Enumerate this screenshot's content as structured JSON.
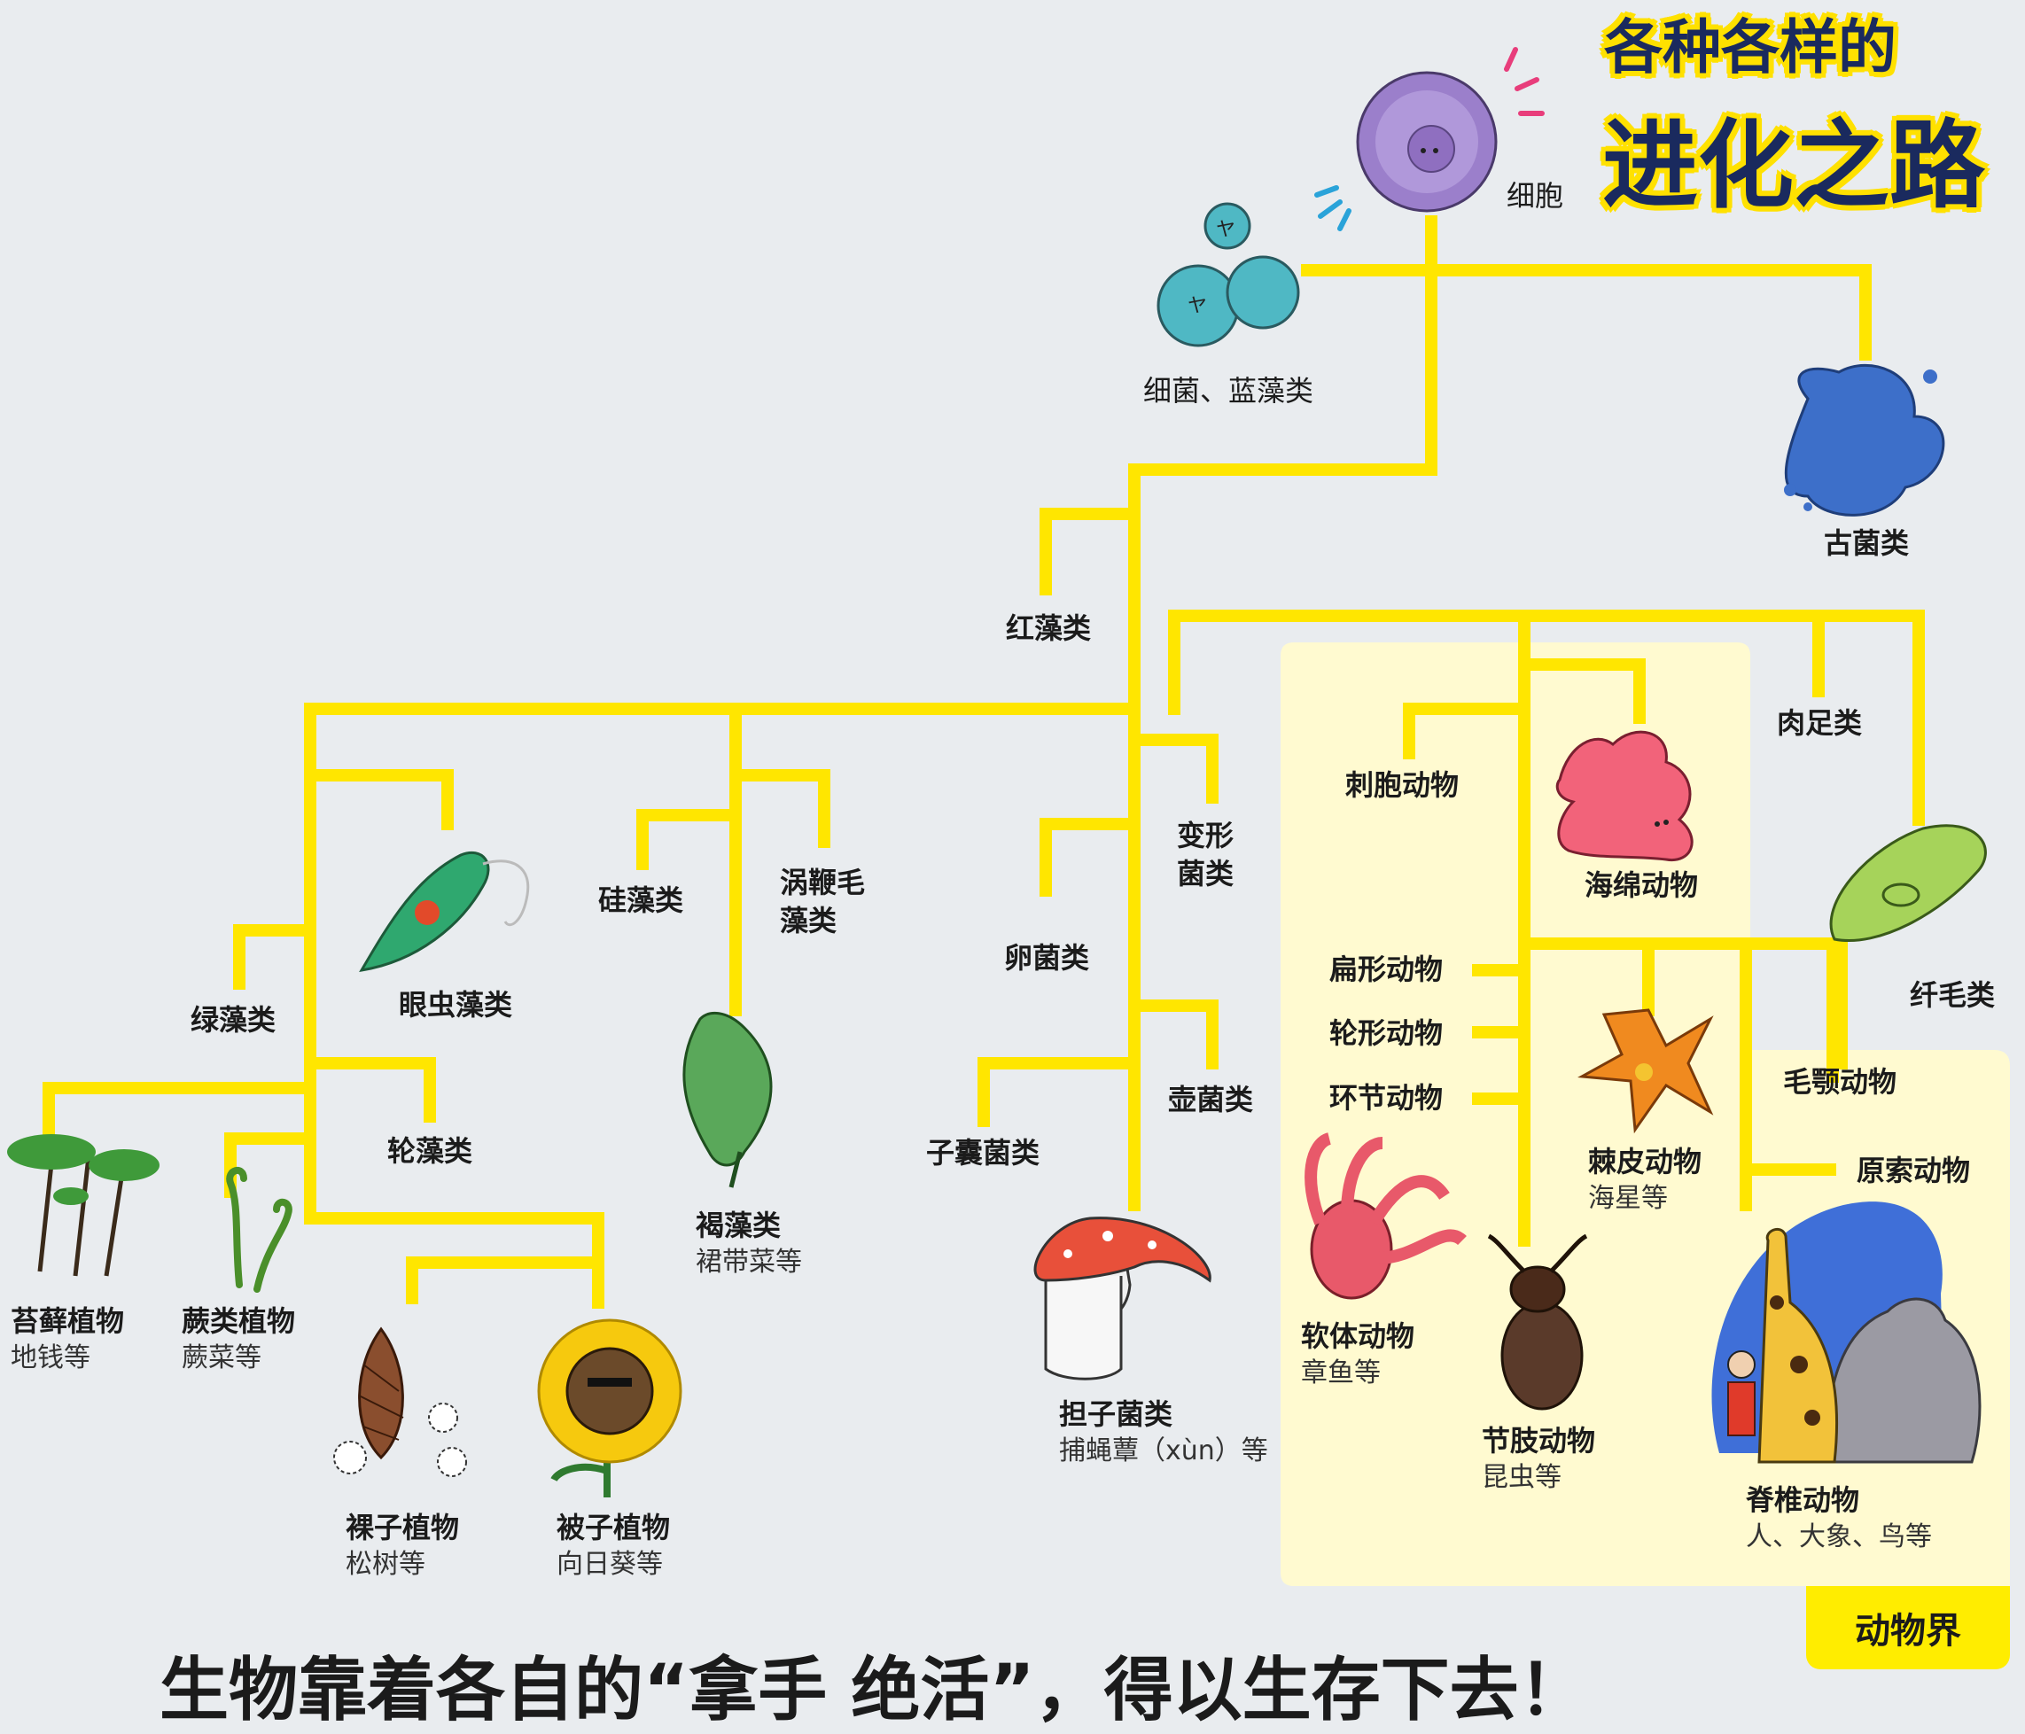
{
  "title": {
    "line1": "各种各样的",
    "line2": "进化之路"
  },
  "footer": "生物靠着各自的“拿手 绝活”，得以生存下去！",
  "kingdom_label": "动物界",
  "colors": {
    "background": "#e9ecef",
    "branch": "#ffe600",
    "animal_panel": "#fffad0",
    "tab": "#ffed00",
    "title_text": "#1a2a5e"
  },
  "labels": {
    "cell": "细胞",
    "bacteria": "细菌、蓝藻类",
    "archaea": "古菌类",
    "red_algae": "红藻类",
    "green_algae": "绿藻类",
    "euglena": "眼虫藻类",
    "charophyta": "轮藻类",
    "bryophyte": {
      "name": "苔藓植物",
      "example": "地钱等"
    },
    "fern": {
      "name": "蕨类植物",
      "example": "蕨菜等"
    },
    "gymnosperm": {
      "name": "裸子植物",
      "example": "松树等"
    },
    "angiosperm": {
      "name": "被子植物",
      "example": "向日葵等"
    },
    "diatom": "硅藻类",
    "dinoflagellate": {
      "line1": "涡鞭毛",
      "line2": "藻类"
    },
    "brown_algae": {
      "name": "褐藻类",
      "example": "裙带菜等"
    },
    "oomycete": "卵菌类",
    "slime_mold": {
      "line1": "变形",
      "line2": "菌类"
    },
    "ascomycete": "子囊菌类",
    "chytrid": "壶菌类",
    "basidiomycete": {
      "name": "担子菌类",
      "example": "捕蝇蕈（xùn）等"
    },
    "cnidaria": "刺胞动物",
    "sponge": "海绵动物",
    "sarcodina": "肉足类",
    "ciliate": "纤毛类",
    "flatworm": "扁形动物",
    "rotifer": "轮形动物",
    "annelid": "环节动物",
    "mollusk": {
      "name": "软体动物",
      "example": "章鱼等"
    },
    "arthropod": {
      "name": "节肢动物",
      "example": "昆虫等"
    },
    "echinoderm": {
      "name": "棘皮动物",
      "example": "海星等"
    },
    "chaetognath": "毛颚动物",
    "chordate": "原索动物",
    "vertebrate": {
      "name": "脊椎动物",
      "example": "人、大象、鸟等"
    }
  },
  "icons": [
    "cell-icon",
    "bacteria-icon",
    "archaea-icon",
    "euglena-icon",
    "moss-icon",
    "fern-icon",
    "pinecone-icon",
    "sunflower-icon",
    "kelp-icon",
    "mushroom-icon",
    "sponge-icon",
    "paramecium-icon",
    "starfish-icon",
    "octopus-icon",
    "beetle-icon",
    "vertebrates-icon"
  ]
}
